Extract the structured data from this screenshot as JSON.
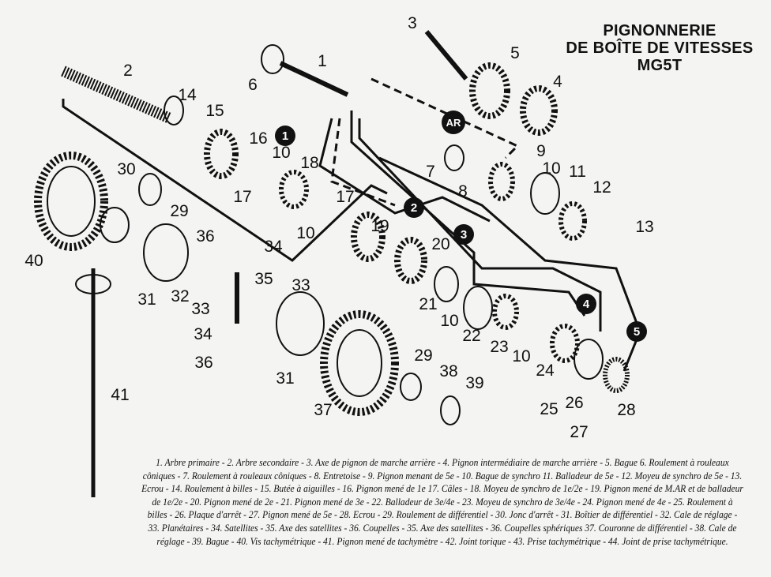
{
  "title": {
    "line1": "PIGNONNERIE",
    "line2": "DE BOÎTE DE VITESSES",
    "line3": "MG5T"
  },
  "labels": [
    "1",
    "2",
    "3",
    "4",
    "5",
    "6",
    "7",
    "8",
    "9",
    "10",
    "11",
    "12",
    "13",
    "14",
    "15",
    "16",
    "10",
    "18",
    "17",
    "17",
    "10",
    "19",
    "20",
    "21",
    "10",
    "22",
    "23",
    "10",
    "24",
    "25",
    "26",
    "27",
    "28",
    "29",
    "38",
    "39",
    "37",
    "31",
    "36",
    "34",
    "33",
    "35",
    "33",
    "36",
    "34",
    "32",
    "31",
    "29",
    "30",
    "40",
    "41"
  ],
  "badges": [
    "1",
    "AR",
    "2",
    "3",
    "4",
    "5"
  ],
  "caption": "1. Arbre primaire - 2. Arbre secondaire - 3. Axe de pignon de marche arrière - 4. Pignon intermédiaire de marche arrière - 5. Bague 6. Roulement à rouleaux côniques - 7. Roulement à rouleaux côniques - 8. Entretoise - 9. Pignon menant de 5e - 10. Bague de synchro 11. Balladeur de 5e - 12. Moyeu de synchro de 5e - 13. Ecrou - 14. Roulement à billes - 15. Butée à aiguilles - 16. Pignon mené de 1e 17. Câles - 18. Moyeu de synchro de 1e/2e - 19. Pignon mené de M.AR et de balladeur de 1e/2e - 20. Pignon mené de 2e - 21. Pignon mené de 3e - 22. Balladeur de 3e/4e - 23. Moyeu de synchro de 3e/4e - 24. Pignon mené de 4e - 25. Roulement à billes - 26. Plaque d'arrêt - 27. Pignon mené de 5e - 28. Ecrou - 29. Roulement de différentiel - 30. Jonc d'arrêt - 31. Boîtier de différentiel - 32. Cale de réglage - 33. Planétaires - 34. Satellites - 35. Axe des satellites - 36. Coupelles - 35. Axe des satellites - 36. Coupelles sphériques 37. Couronne de différentiel - 38. Cale de réglage - 39. Bague - 40. Vis tachymétrique - 41. Pignon mené de tachymètre - 42. Joint torique - 43. Prise tachymétrique - 44. Joint de prise tachymétrique."
}
